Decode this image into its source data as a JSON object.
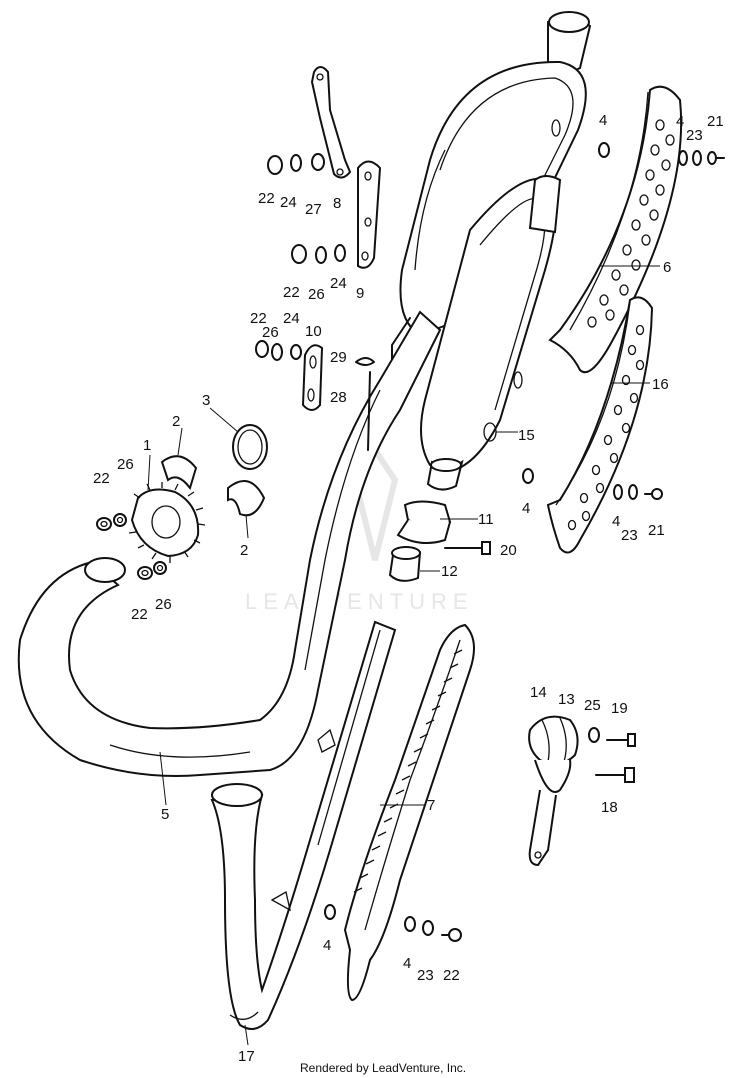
{
  "watermark": "LEADVENTURE",
  "footer": "Rendered by LeadVenture, Inc.",
  "labels": {
    "l1": "1",
    "l2a": "2",
    "l2b": "2",
    "l3": "3",
    "l4a": "4",
    "l4b": "4",
    "l4c": "4",
    "l4d": "4",
    "l4e": "4",
    "l4f": "4",
    "l5": "5",
    "l6": "6",
    "l7": "7",
    "l8": "8",
    "l9": "9",
    "l10": "10",
    "l11": "11",
    "l12": "12",
    "l13": "13",
    "l14": "14",
    "l15": "15",
    "l16": "16",
    "l17": "17",
    "l18": "18",
    "l19": "19",
    "l20": "20",
    "l21a": "21",
    "l21b": "21",
    "l22a": "22",
    "l22b": "22",
    "l22c": "22",
    "l22d": "22",
    "l22e": "22",
    "l22f": "22",
    "l23a": "23",
    "l23b": "23",
    "l23c": "23",
    "l24a": "24",
    "l24b": "24",
    "l24c": "24",
    "l25": "25",
    "l26a": "26",
    "l26b": "26",
    "l26c": "26",
    "l27": "27",
    "l28": "28",
    "l29": "29"
  }
}
